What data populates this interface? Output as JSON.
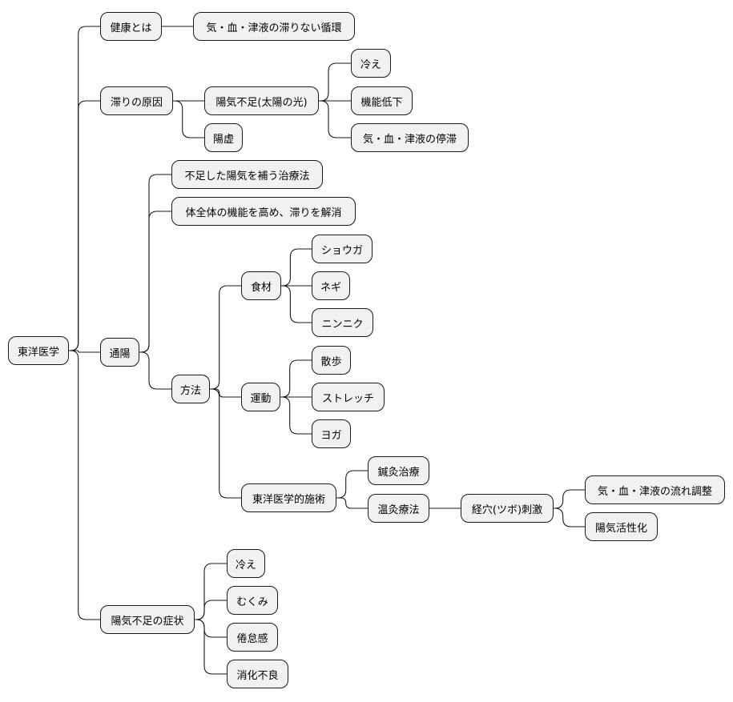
{
  "mindmap": {
    "root": "東洋医学",
    "nodes": {
      "health": "健康とは",
      "health_def": "気・血・津液の滞りない循環",
      "cause": "滞りの原因",
      "yang_def": "陽気不足(太陽の光)",
      "cause_cold": "冷え",
      "cause_func": "機能低下",
      "cause_stag": "気・血・津液の停滞",
      "yang_xu": "陽虚",
      "tsuyo": "通陽",
      "tsuyo_def1": "不足した陽気を補う治療法",
      "tsuyo_def2": "体全体の機能を高め、滞りを解消",
      "method": "方法",
      "food": "食材",
      "ginger": "ショウガ",
      "negi": "ネギ",
      "garlic": "ニンニク",
      "exercise": "運動",
      "walk": "散歩",
      "stretch": "ストレッチ",
      "yoga": "ヨガ",
      "eastern": "東洋医学的施術",
      "acu": "鍼灸治療",
      "warm": "温灸療法",
      "tsubo": "経穴(ツボ)刺激",
      "flow": "気・血・津液の流れ調整",
      "activate": "陽気活性化",
      "symptoms": "陽気不足の症状",
      "sym_cold": "冷え",
      "sym_swell": "むくみ",
      "sym_fatigue": "倦怠感",
      "sym_digest": "消化不良"
    }
  }
}
